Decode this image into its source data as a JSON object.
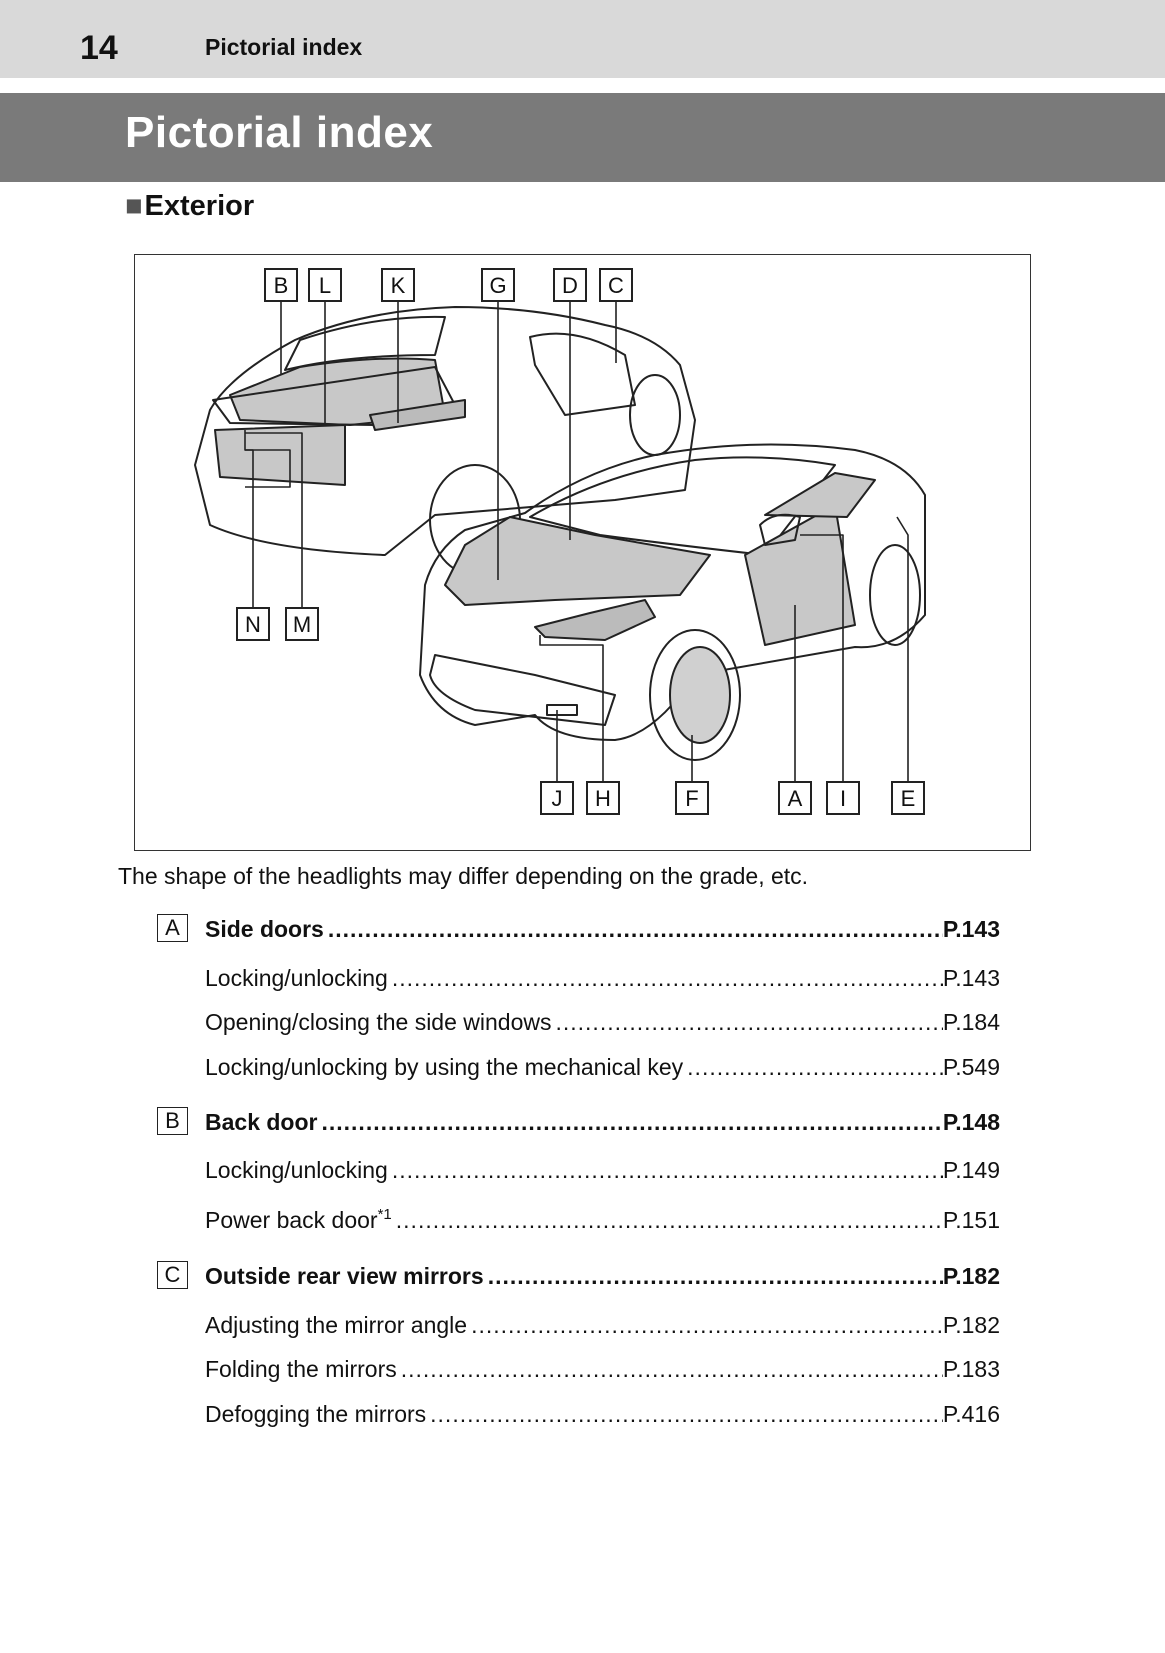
{
  "header": {
    "page_number": "14",
    "running_title": "Pictorial index"
  },
  "banner": {
    "title": "Pictorial index"
  },
  "section": {
    "marker": "■",
    "title": "Exterior"
  },
  "figure": {
    "callouts_top": [
      "B",
      "L",
      "K",
      "G",
      "D",
      "C"
    ],
    "callouts_left": [
      "N",
      "M"
    ],
    "callouts_bottom": [
      "J",
      "H",
      "F",
      "A",
      "I",
      "E"
    ]
  },
  "caption": "The shape of the headlights may differ depending on the grade, etc.",
  "entries": [
    {
      "badge": "A",
      "label": "Side doors",
      "page": "P.143",
      "subs": [
        {
          "label": "Locking/unlocking",
          "page": "P.143"
        },
        {
          "label": "Opening/closing the side windows",
          "page": "P.184"
        },
        {
          "label": "Locking/unlocking by using the mechanical key",
          "page": "P.549"
        }
      ]
    },
    {
      "badge": "B",
      "label": "Back door",
      "page": "P.148",
      "subs": [
        {
          "label": "Locking/unlocking",
          "page": "P.149"
        },
        {
          "label": "Power back door",
          "sup": "*1",
          "page": "P.151"
        }
      ]
    },
    {
      "badge": "C",
      "label": "Outside rear view mirrors",
      "page": "P.182",
      "subs": [
        {
          "label": "Adjusting the mirror angle",
          "page": "P.182"
        },
        {
          "label": "Folding the mirrors",
          "page": "P.183"
        },
        {
          "label": "Defogging the mirrors",
          "page": "P.416"
        }
      ]
    }
  ]
}
